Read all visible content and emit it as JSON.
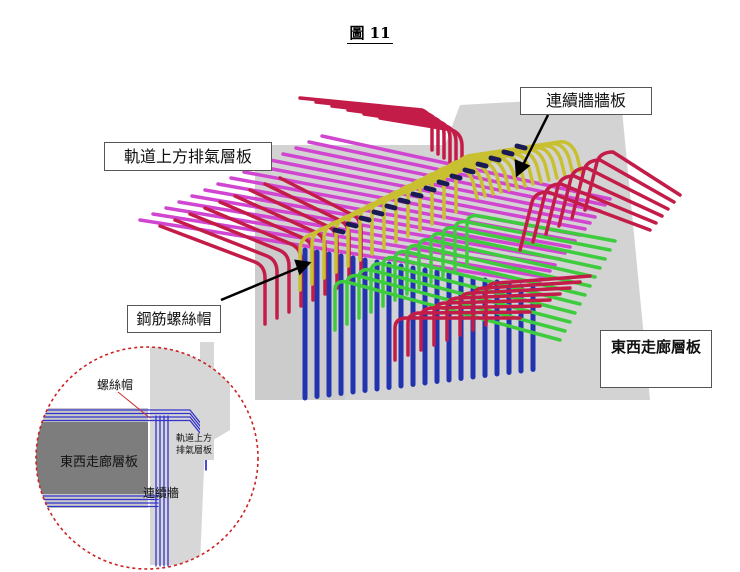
{
  "figure_title": "圖 11",
  "callouts": {
    "continuous_wall": "連續牆牆板",
    "track_exhaust_slab": "軌道上方排氣層板",
    "rebar_coupler": "鋼筋螺絲帽",
    "east_west_corridor_slab": "東西走廊層板"
  },
  "detail": {
    "coupler": "螺絲帽",
    "east_west_slab": "東西走廊層板",
    "track_exhaust_slab": "軌道上方排氣層板",
    "continuous_wall": "連續牆"
  },
  "colors": {
    "concrete": "#d3d3d3",
    "blue_bars": "#2233b0",
    "magenta_bars": "#d046d0",
    "red_bars": "#c41c48",
    "yellow_bars": "#c8c030",
    "green_bars": "#3ecc3e",
    "detail_circle": "#cc2222"
  }
}
